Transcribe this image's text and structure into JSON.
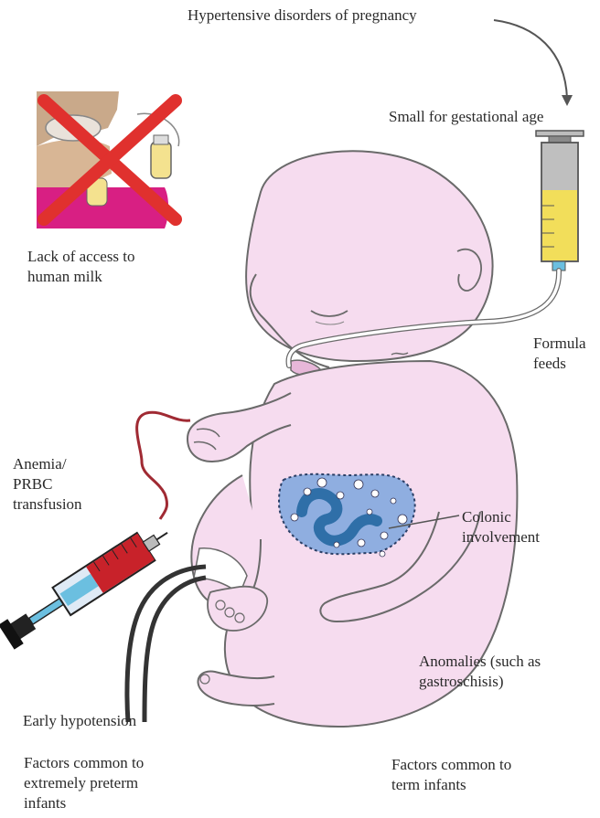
{
  "labels": {
    "hypertensive": "Hypertensive disorders of pregnancy",
    "sga": "Small for gestational age",
    "lack_milk": "Lack of access to\nhuman milk",
    "formula": "Formula\nfeeds",
    "anemia": "Anemia/\nPRBC\ntransfusion",
    "colonic": "Colonic\ninvolvement",
    "anomalies": "Anomalies (such as\n gastroschisis)",
    "early_hypotension": "Early hypotension",
    "preterm_factors": "Factors common to\nextremely preterm\ninfants",
    "term_factors": "Factors common to\nterm infants"
  },
  "colors": {
    "skin": "#f6dcef",
    "outline": "#6a6a6a",
    "syringe_fill": "#f2de5a",
    "blood": "#c8222a",
    "catheter": "#a02a33",
    "cross": "#e0312e",
    "pink_cloth": "#d81f83",
    "bowel": "#8faee0",
    "bowel_dark": "#2f6fa8"
  }
}
